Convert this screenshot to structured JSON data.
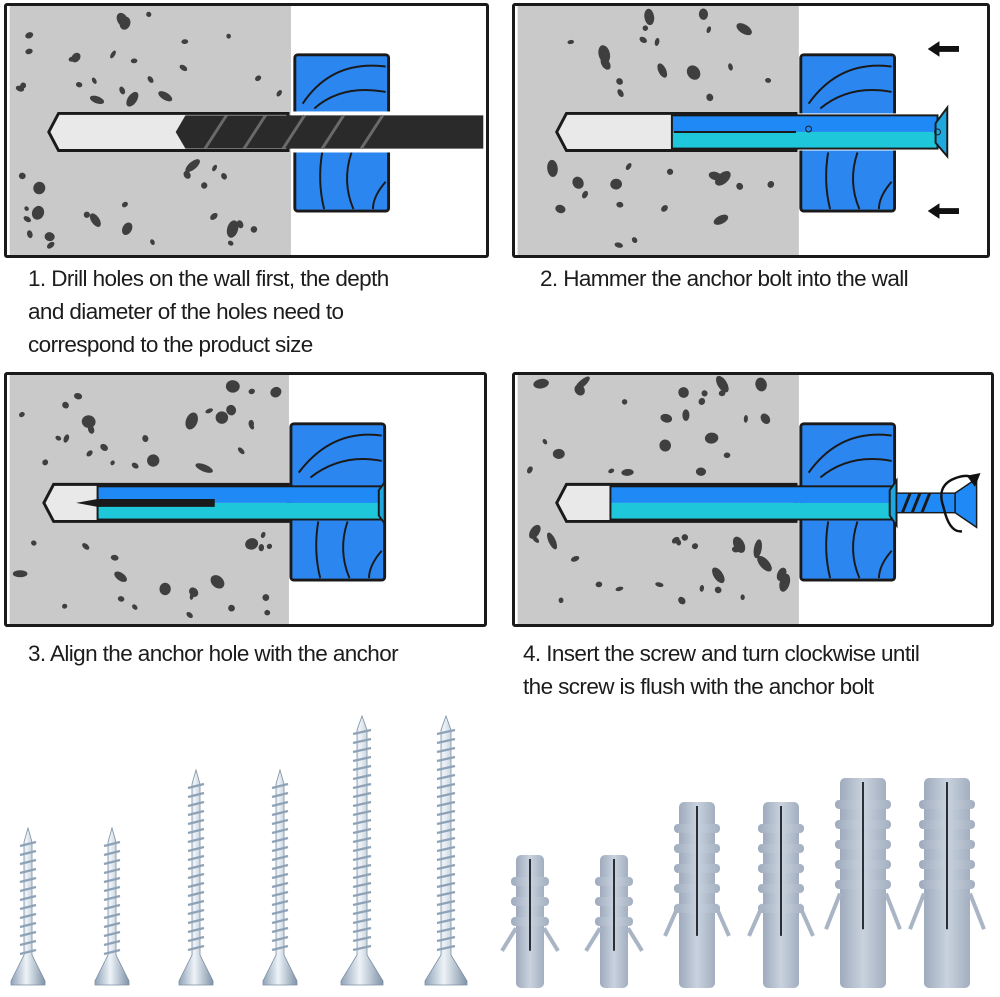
{
  "title": "Wall anchor installation steps",
  "colors": {
    "wall": "#c9c9c9",
    "wall_spot": "#3f3f3f",
    "wood_block": "#2c86f0",
    "anchor_top": "#1f8af5",
    "anchor_bottom": "#1ec7d9",
    "drill_bit": "#2a2a2a",
    "outline": "#1a1a1a",
    "screw_metal": "#c4d2e2",
    "plastic_anchor": "#b4bfce"
  },
  "steps": [
    {
      "number": "1",
      "text_lines": [
        "1. Drill holes on the wall first, the depth",
        "and diameter of the holes need to",
        "correspond to the product size"
      ],
      "illustration": "drill-bit-into-wall"
    },
    {
      "number": "2",
      "text_lines": [
        "2. Hammer the anchor bolt into the wall"
      ],
      "illustration": "hammer-anchor-into-wall",
      "icons": [
        "arrow-left-icon",
        "arrow-left-icon"
      ]
    },
    {
      "number": "3",
      "text_lines": [
        "3. Align the anchor hole with the anchor"
      ],
      "illustration": "align-anchor-hole"
    },
    {
      "number": "4",
      "text_lines": [
        "4. Insert the screw and turn clockwise until",
        "the screw is flush with the anchor bolt"
      ],
      "illustration": "insert-screw-clockwise",
      "icons": [
        "rotate-clockwise-icon"
      ]
    }
  ],
  "products": {
    "screws": {
      "count": 6,
      "sizes": [
        "small",
        "small",
        "medium",
        "medium",
        "large",
        "large"
      ]
    },
    "anchors": {
      "count": 6,
      "sizes": [
        "small",
        "small",
        "medium",
        "medium",
        "large",
        "large"
      ]
    }
  }
}
